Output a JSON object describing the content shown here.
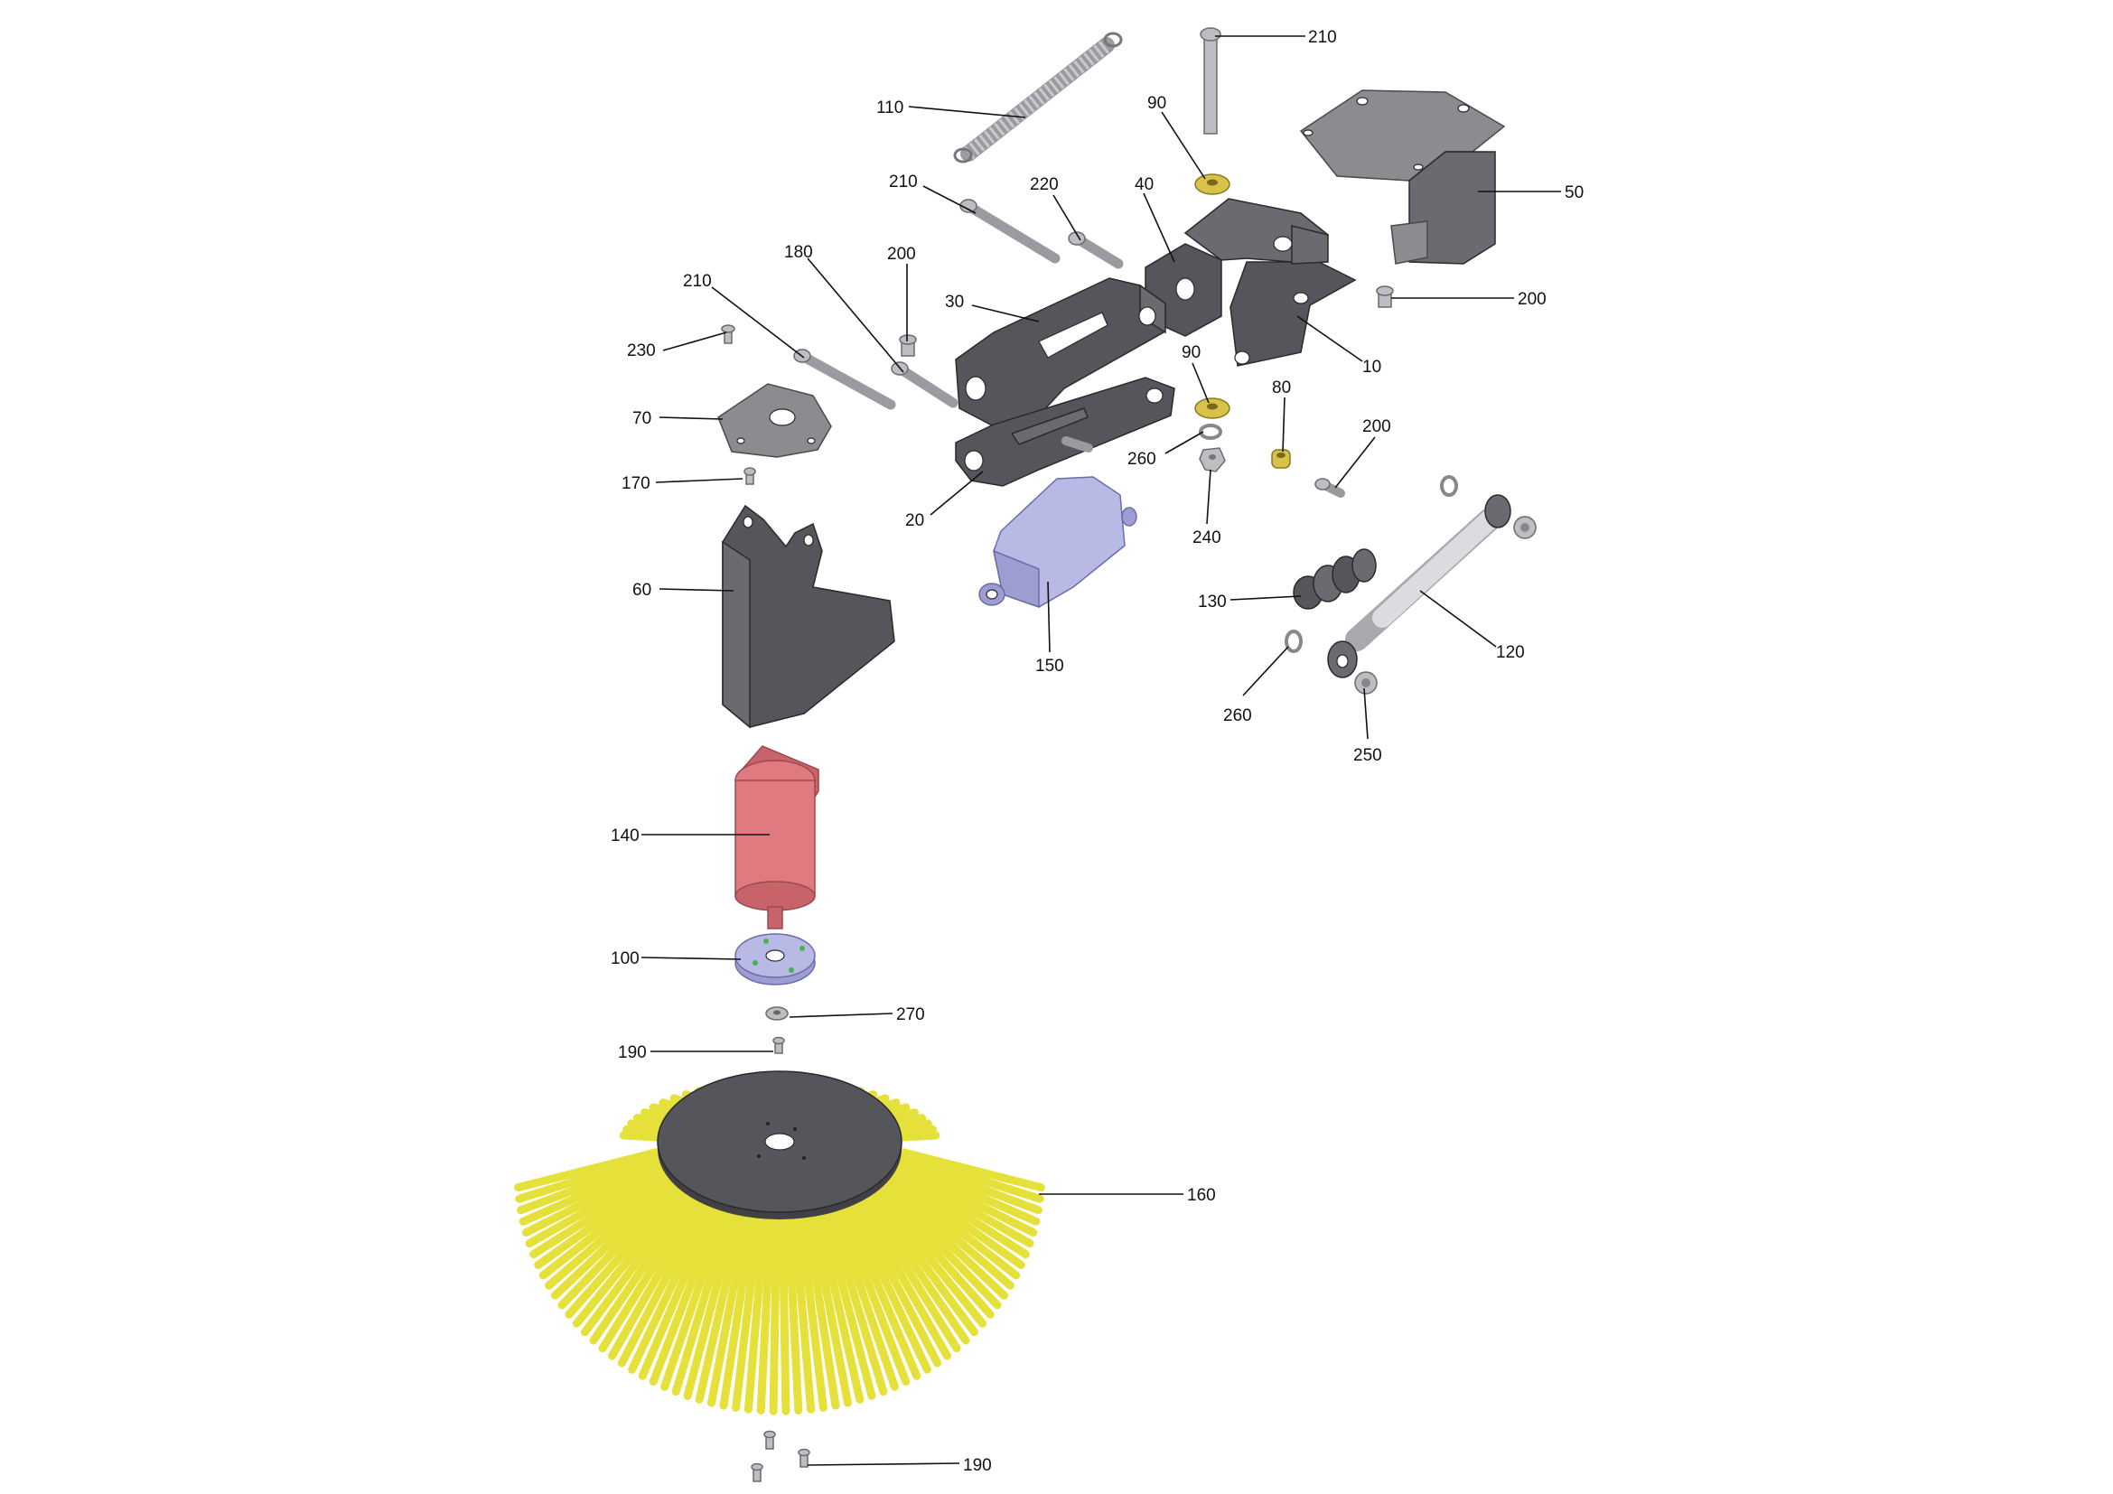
{
  "parts": [
    {
      "id": "p110",
      "label": "110",
      "part": "spring"
    },
    {
      "id": "p210a",
      "label": "210",
      "part": "bolt"
    },
    {
      "id": "p90a",
      "label": "90",
      "part": "washer"
    },
    {
      "id": "p50",
      "label": "50",
      "part": "mounting-plate"
    },
    {
      "id": "p210b",
      "label": "210",
      "part": "bolt"
    },
    {
      "id": "p220",
      "label": "220",
      "part": "bolt"
    },
    {
      "id": "p40",
      "label": "40",
      "part": "hinge"
    },
    {
      "id": "p180",
      "label": "180",
      "part": "bolt"
    },
    {
      "id": "p200a",
      "label": "200",
      "part": "screw"
    },
    {
      "id": "p210c",
      "label": "210",
      "part": "bolt"
    },
    {
      "id": "p30",
      "label": "30",
      "part": "upper-arm"
    },
    {
      "id": "p200b",
      "label": "200",
      "part": "screw"
    },
    {
      "id": "p10",
      "label": "10",
      "part": "bracket"
    },
    {
      "id": "p230",
      "label": "230",
      "part": "screw"
    },
    {
      "id": "p90b",
      "label": "90",
      "part": "washer"
    },
    {
      "id": "p80",
      "label": "80",
      "part": "bushing"
    },
    {
      "id": "p70",
      "label": "70",
      "part": "flange-plate"
    },
    {
      "id": "p200c",
      "label": "200",
      "part": "screw"
    },
    {
      "id": "p260a",
      "label": "260",
      "part": "ring"
    },
    {
      "id": "p170",
      "label": "170",
      "part": "screw"
    },
    {
      "id": "p20",
      "label": "20",
      "part": "lower-arm"
    },
    {
      "id": "p240",
      "label": "240",
      "part": "nut"
    },
    {
      "id": "p60",
      "label": "60",
      "part": "motor-bracket"
    },
    {
      "id": "p130",
      "label": "130",
      "part": "bellows"
    },
    {
      "id": "p120",
      "label": "120",
      "part": "gas-spring"
    },
    {
      "id": "p150",
      "label": "150",
      "part": "actuator"
    },
    {
      "id": "p260b",
      "label": "260",
      "part": "ring"
    },
    {
      "id": "p250",
      "label": "250",
      "part": "end-cap"
    },
    {
      "id": "p140",
      "label": "140",
      "part": "motor"
    },
    {
      "id": "p100",
      "label": "100",
      "part": "brush-hub"
    },
    {
      "id": "p270",
      "label": "270",
      "part": "washer"
    },
    {
      "id": "p190a",
      "label": "190",
      "part": "screw"
    },
    {
      "id": "p160",
      "label": "160",
      "part": "side-brush"
    },
    {
      "id": "p190b",
      "label": "190",
      "part": "screw"
    }
  ]
}
